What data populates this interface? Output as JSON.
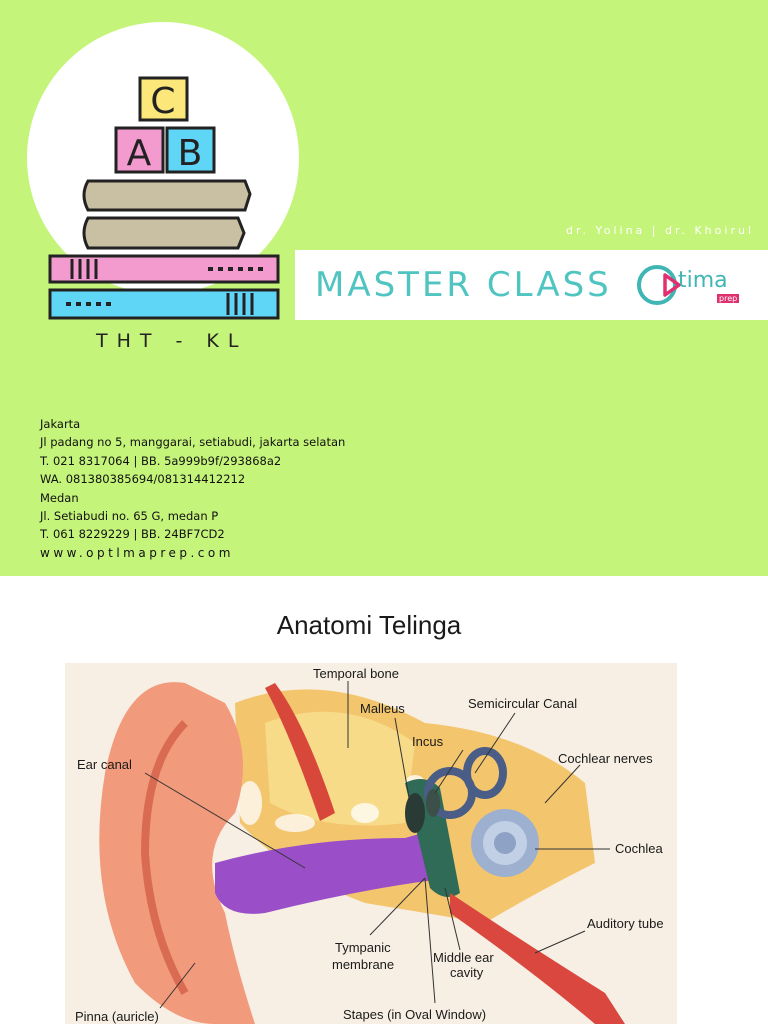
{
  "cover": {
    "colors": {
      "background": "#c5f47a",
      "teal": "#4fc4c0",
      "pink": "#f39bcf",
      "cyan": "#5fd6f5",
      "yellow": "#fbe77a",
      "book_tan": "#c9c0a4"
    },
    "logo_blocks": {
      "top": "C",
      "left": "A",
      "right": "B"
    },
    "subject": "THT - KL",
    "authors": "dr. Yolina | dr. Khoirul",
    "banner": {
      "title": "MASTER CLASS",
      "brand_name": "tima",
      "brand_sub": "prep"
    },
    "contact_lines": [
      "Jakarta",
      "Jl padang no 5, manggarai, setiabudi, jakarta selatan",
      "T. 021 8317064  |  BB. 5a999b9f/293868a2",
      "WA. 081380385694/081314412212",
      "Medan",
      "Jl. Setiabudi no. 65 G, medan P",
      "T. 061 8229229  |  BB. 24BF7CD2"
    ],
    "website": "www.optlmaprep.com"
  },
  "anatomy": {
    "title": "Anatomi Telinga",
    "labels": {
      "temporal_bone": "Temporal bone",
      "malleus": "Malleus",
      "semicircular": "Semicircular Canal",
      "incus": "Incus",
      "ear_canal": "Ear canal",
      "cochlear_nerves": "Cochlear nerves",
      "cochlea": "Cochlea",
      "auditory_tube": "Auditory tube",
      "tympanic_1": "Tympanic",
      "tympanic_2": "membrane",
      "middle_1": "Middle ear",
      "middle_2": "cavity",
      "stapes": "Stapes (in Oval Window)",
      "pinna": "Pinna (auricle)"
    }
  }
}
